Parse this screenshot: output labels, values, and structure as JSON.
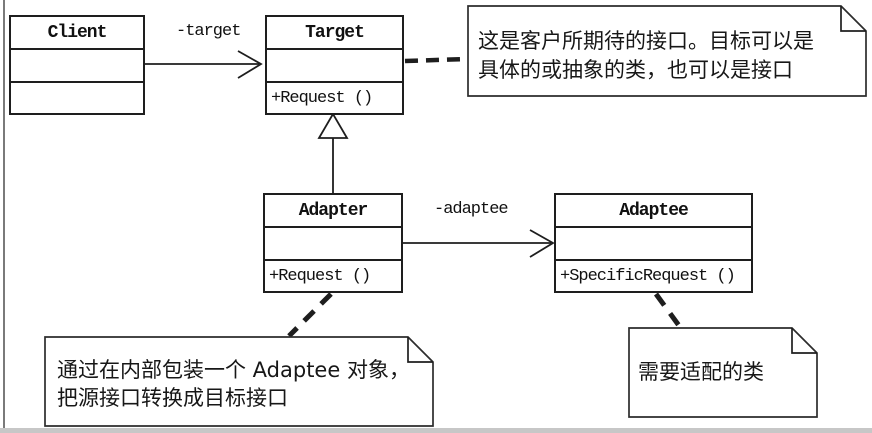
{
  "classes": {
    "client": {
      "name": "Client"
    },
    "target": {
      "name": "Target",
      "method": "+Request ()"
    },
    "adapter": {
      "name": "Adapter",
      "method": "+Request ()"
    },
    "adaptee": {
      "name": "Adaptee",
      "method": "+SpecificRequest ()"
    }
  },
  "associations": {
    "target_label": "-target",
    "adaptee_label": "-adaptee"
  },
  "notes": {
    "target": {
      "lines": [
        "这是客户所期待的接口。目标可以是",
        "具体的或抽象的类，也可以是接口"
      ]
    },
    "adapter": {
      "lines": [
        "通过在内部包装一个 Adaptee 对象，",
        "把源接口转换成目标接口"
      ]
    },
    "adaptee": {
      "lines": [
        "需要适配的类"
      ]
    }
  },
  "colors": {
    "line": "#1e1e1e",
    "background": "#ffffff",
    "note_fill": "#ffffff",
    "left_border": "#7a7a7a",
    "bottom_strip": "#c7c7c7"
  }
}
